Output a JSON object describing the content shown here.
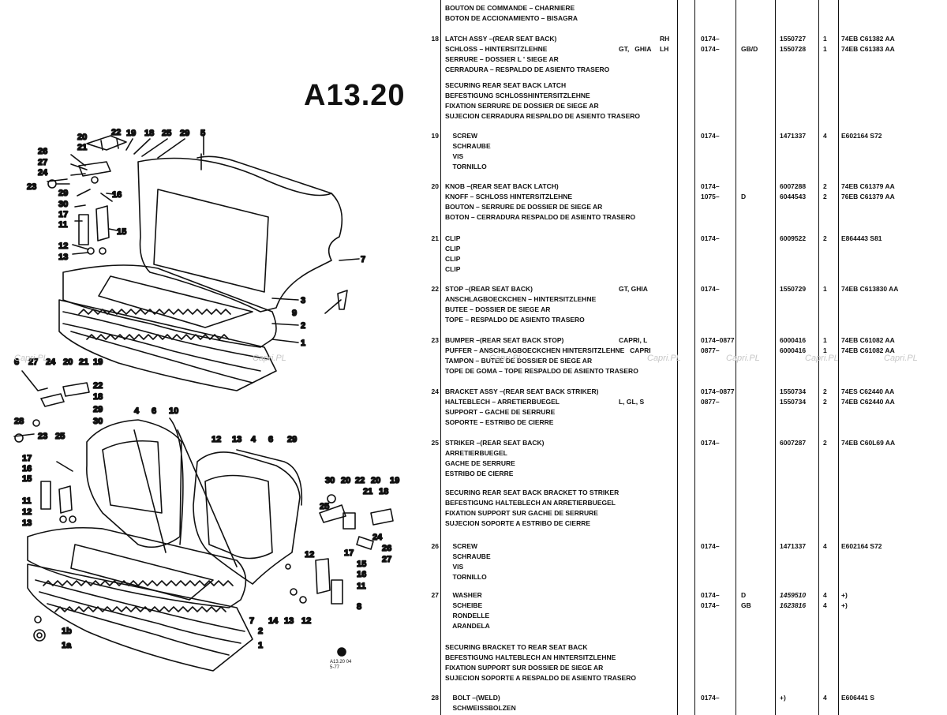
{
  "figure": {
    "title": "A13.20",
    "ref_stamp": [
      "A13.20 04",
      "5-77"
    ],
    "upper_callouts": [
      "20",
      "22",
      "19",
      "18",
      "25",
      "29",
      "5",
      "21",
      "26",
      "27",
      "24",
      "23",
      "29",
      "30",
      "17",
      "16",
      "11",
      "15",
      "12",
      "13",
      "7",
      "3",
      "9",
      "2",
      "1"
    ],
    "lower_callouts": [
      "6",
      "27",
      "24",
      "20",
      "21",
      "19",
      "22",
      "18",
      "29",
      "30",
      "28",
      "23",
      "25",
      "4",
      "6",
      "10",
      "12",
      "13",
      "4",
      "6",
      "29",
      "17",
      "16",
      "15",
      "11",
      "12",
      "13",
      "30",
      "20",
      "22",
      "20",
      "19",
      "25",
      "21",
      "18",
      "26",
      "24",
      "27",
      "17",
      "12",
      "15",
      "16",
      "11",
      "8",
      "7",
      "14",
      "13",
      "12",
      "2",
      "1",
      "1b",
      "1a"
    ]
  },
  "watermark": "Capri.PL",
  "rows": [
    {
      "no": "",
      "desc": [
        "BOUTON DE COMMANDE – CHARNIERE",
        "BOTON DE ACCIONAMIENTO – BISAGRA"
      ],
      "code": [],
      "var": [],
      "year": [],
      "ctry": [],
      "part": [],
      "qty": [],
      "eng": []
    },
    {
      "no": "18",
      "desc": [
        "LATCH ASSY –(REAR SEAT BACK)",
        "SCHLOSS – HINTERSITZLEHNE",
        "SERRURE – DOSSIER L ' SIEGE AR",
        "CERRADURA – RESPALDO DE ASIENTO TRASERO"
      ],
      "code": [
        "",
        "GT,   GHIA"
      ],
      "var": [
        "RH",
        "LH"
      ],
      "year": [
        "0174–",
        "0174–"
      ],
      "ctry": [
        "",
        "GB/D"
      ],
      "part": [
        "1550727",
        "1550728"
      ],
      "qty": [
        "1",
        "1"
      ],
      "eng": [
        "74EB C61382 AA",
        "74EB C61383 AA"
      ]
    },
    {
      "no": "",
      "desc": [
        "SECURING REAR SEAT BACK LATCH",
        "BEFESTIGUNG SCHLOSSHINTERSITZLEHNE",
        "FIXATION SERRURE DE DOSSIER DE SIEGE AR",
        "SUJECION CERRADURA RESPALDO DE ASIENTO TRASERO"
      ],
      "code": [],
      "var": [],
      "year": [],
      "ctry": [],
      "part": [],
      "qty": [],
      "eng": []
    },
    {
      "no": "19",
      "desc": [
        "    SCREW",
        "    SCHRAUBE",
        "    VIS",
        "    TORNILLO"
      ],
      "code": [],
      "var": [],
      "year": [
        "0174–"
      ],
      "ctry": [],
      "part": [
        "1471337"
      ],
      "qty": [
        "4"
      ],
      "eng": [
        "E602164 S72"
      ]
    },
    {
      "no": "20",
      "desc": [
        "KNOB –(REAR SEAT BACK LATCH)",
        "KNOFF – SCHLOSS HINTERSITZLEHNE",
        "BOUTON – SERRURE DE DOSSIER DE SIEGE AR",
        "BOTON – CERRADURA RESPALDO DE ASIENTO TRASERO"
      ],
      "code": [],
      "var": [],
      "year": [
        "0174–",
        "1075–"
      ],
      "ctry": [
        "",
        "D"
      ],
      "part": [
        "6007288",
        "6044543"
      ],
      "qty": [
        "2",
        "2"
      ],
      "eng": [
        "74EB C61379 AA",
        "76EB C61379 AA"
      ]
    },
    {
      "no": "21",
      "desc": [
        "CLIP",
        "CLIP",
        "CLIP",
        "CLIP"
      ],
      "code": [],
      "var": [],
      "year": [
        "0174–"
      ],
      "ctry": [],
      "part": [
        "6009522"
      ],
      "qty": [
        "2"
      ],
      "eng": [
        "E864443 S81"
      ]
    },
    {
      "no": "22",
      "desc": [
        "STOP –(REAR SEAT BACK)",
        "ANSCHLAGBOECKCHEN – HINTERSITZLEHNE",
        "BUTEE – DOSSIER DE SIEGE AR",
        "TOPE – RESPALDO DE ASIENTO TRASERO"
      ],
      "code": [
        "GT, GHIA"
      ],
      "var": [],
      "year": [
        "0174–"
      ],
      "ctry": [],
      "part": [
        "1550729"
      ],
      "qty": [
        "1"
      ],
      "eng": [
        "74EB C613830 AA"
      ]
    },
    {
      "no": "23",
      "desc": [
        "BUMPER –(REAR SEAT BACK STOP)",
        "PUFFER – ANSCHLAGBOECKCHEN HINTERSITZLEHNE",
        "TAMPON – BUTEE DE DOSSIER DE SIEGE AR",
        "TOPE DE GOMA – TOPE RESPALDO DE ASIENTO TRASERO"
      ],
      "code": [
        "CAPRI, L",
        "      CAPRI"
      ],
      "var": [],
      "year": [
        "0174–0877",
        "0877–"
      ],
      "ctry": [],
      "part": [
        "6000416",
        "6000416"
      ],
      "qty": [
        "1",
        "1"
      ],
      "eng": [
        "74EB C61082 AA",
        "74EB C61082 AA"
      ]
    },
    {
      "no": "24",
      "desc": [
        "BRACKET ASSY –(REAR SEAT BACK STRIKER)",
        "HALTEBLECH – ARRETIERBUEGEL",
        "SUPPORT – GACHE DE SERRURE",
        "SOPORTE – ESTRIBO DE CIERRE"
      ],
      "code": [
        "",
        "L, GL, S"
      ],
      "var": [],
      "year": [
        "0174–0877",
        "0877–"
      ],
      "ctry": [],
      "part": [
        "1550734",
        "1550734"
      ],
      "qty": [
        "2",
        "2"
      ],
      "eng": [
        "74ES C62440 AA",
        "74EB C62440 AA"
      ]
    },
    {
      "no": "25",
      "desc": [
        "STRIKER –(REAR SEAT BACK)",
        "ARRETIERBUEGEL",
        "GACHE DE SERRURE",
        "ESTRIBO DE CIERRE"
      ],
      "code": [],
      "var": [],
      "year": [
        "0174–"
      ],
      "ctry": [],
      "part": [
        "6007287"
      ],
      "qty": [
        "2"
      ],
      "eng": [
        "74EB C60L69 AA"
      ]
    },
    {
      "no": "",
      "desc": [
        "SECURING REAR SEAT BACK BRACKET TO STRIKER",
        "BEFESTIGUNG HALTEBLECH AN ARRETIERBUEGEL",
        "FIXATION SUPPORT SUR GACHE DE SERRURE",
        "SUJECION SOPORTE A ESTRIBO DE CIERRE"
      ],
      "code": [],
      "var": [],
      "year": [],
      "ctry": [],
      "part": [],
      "qty": [],
      "eng": []
    },
    {
      "no": "26",
      "desc": [
        "    SCREW",
        "    SCHRAUBE",
        "    VIS",
        "    TORNILLO"
      ],
      "code": [],
      "var": [],
      "year": [
        "0174–"
      ],
      "ctry": [],
      "part": [
        "1471337"
      ],
      "qty": [
        "4"
      ],
      "eng": [
        "E602164 S72"
      ]
    },
    {
      "no": "27",
      "desc": [
        "    WASHER",
        "    SCHEIBE",
        "    RONDELLE",
        "    ARANDELA"
      ],
      "code": [],
      "var": [],
      "year": [
        "0174–",
        "0174–"
      ],
      "ctry": [
        "D",
        "GB"
      ],
      "part": [
        "1459510",
        "1623816"
      ],
      "qty": [
        "4",
        "4"
      ],
      "eng": [
        "+)",
        "+)"
      ]
    },
    {
      "no": "",
      "desc": [
        "SECURING BRACKET TO REAR SEAT BACK",
        "BEFESTIGUNG HALTEBLECH AN HINTERSITZLEHNE",
        "FIXATION SUPPORT SUR DOSSIER DE SIEGE AR",
        "SUJECION SOPORTE A RESPALDO DE ASIENTO TRASERO"
      ],
      "code": [],
      "var": [],
      "year": [],
      "ctry": [],
      "part": [],
      "qty": [],
      "eng": []
    },
    {
      "no": "28",
      "desc": [
        "    BOLT –(WELD)",
        "    SCHWEISSBOLZEN"
      ],
      "code": [],
      "var": [],
      "year": [
        "0174–"
      ],
      "ctry": [],
      "part": [
        "+)"
      ],
      "qty": [
        "4"
      ],
      "eng": [
        "E606441 S"
      ]
    }
  ]
}
